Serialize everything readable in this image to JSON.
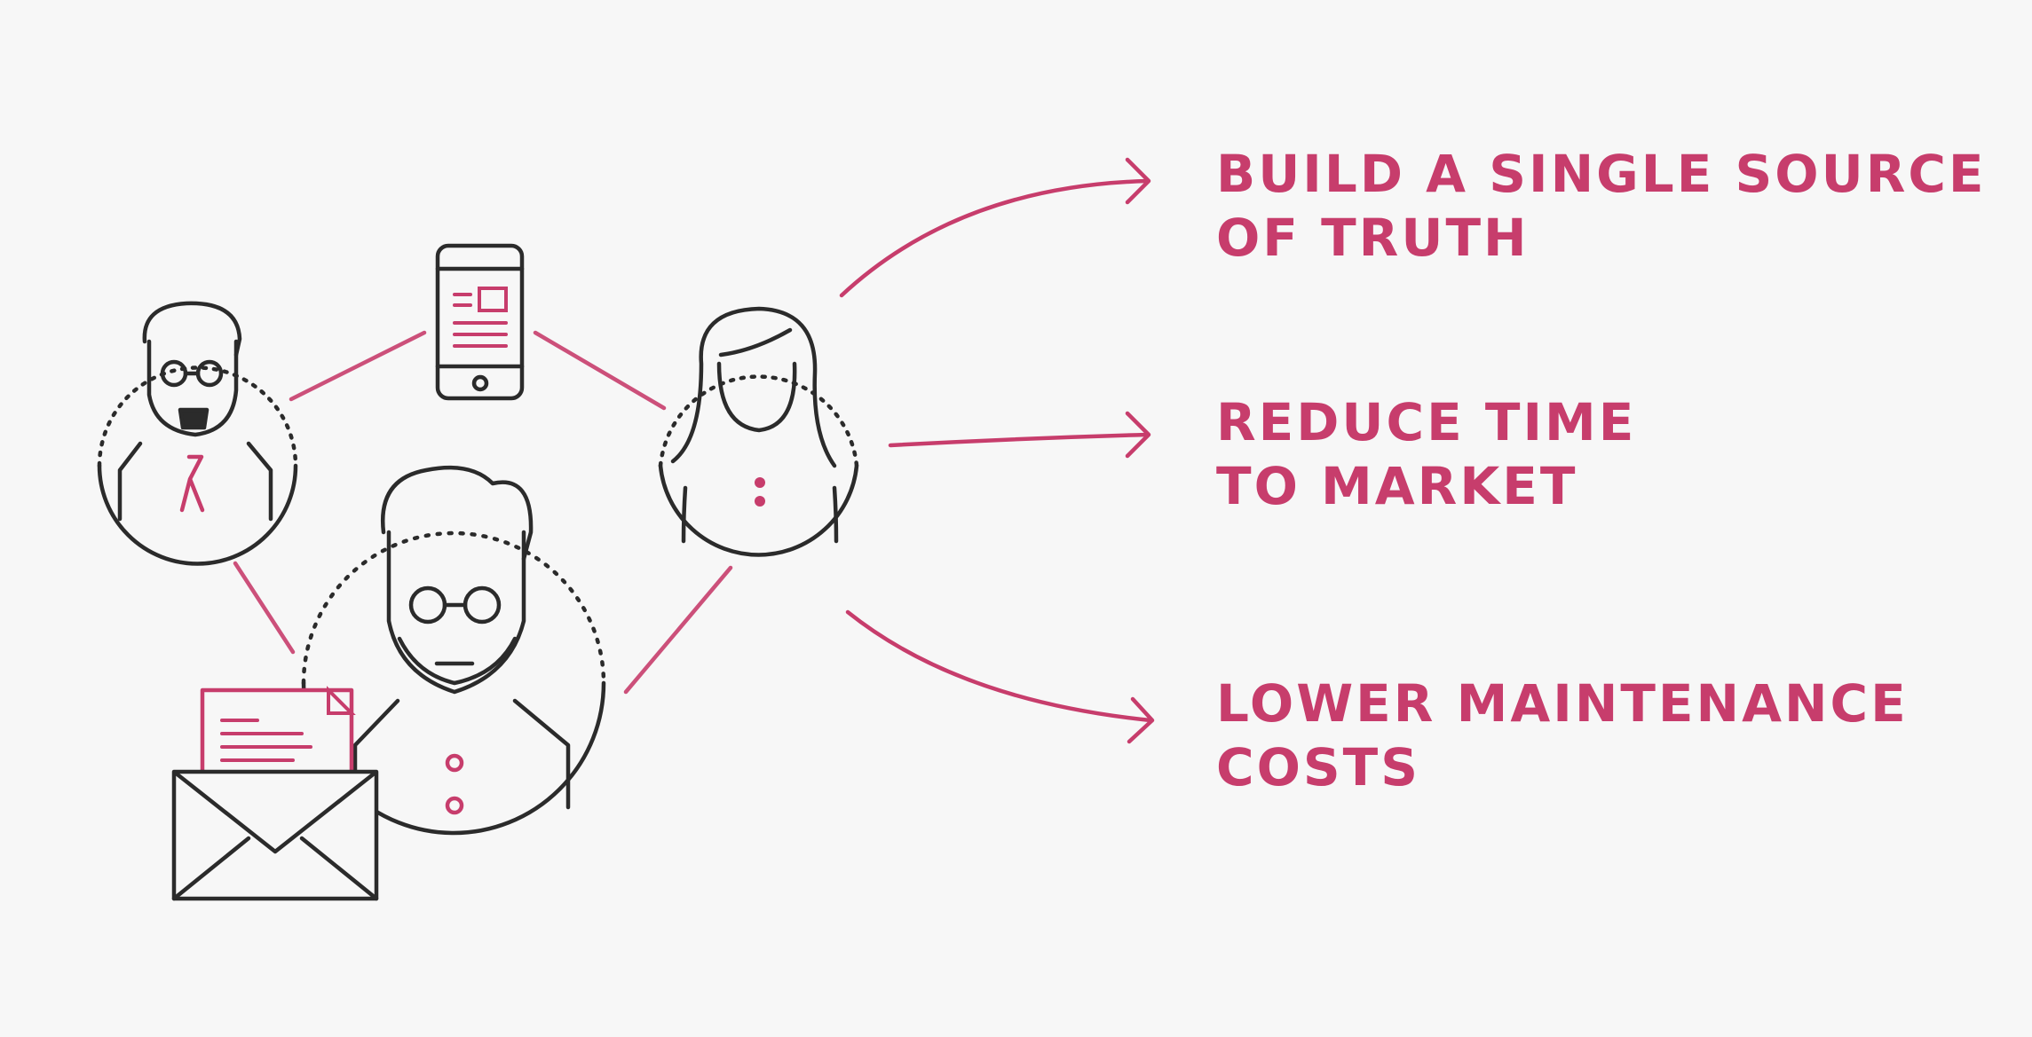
{
  "colors": {
    "background": "#f7f7f7",
    "ink": "#2b2b2b",
    "accent": "#c73d6c"
  },
  "nodes": [
    {
      "name": "man-with-glasses-and-tie-avatar",
      "icon": "person-icon"
    },
    {
      "name": "smartphone-device",
      "icon": "smartphone-icon"
    },
    {
      "name": "woman-avatar",
      "icon": "person-icon"
    },
    {
      "name": "bearded-man-avatar",
      "icon": "person-icon"
    },
    {
      "name": "envelope-with-document",
      "icon": "envelope-icon"
    }
  ],
  "benefits": [
    {
      "line1": "BUILD A SINGLE SOURCE",
      "line2": "OF TRUTH"
    },
    {
      "line1": "REDUCE TIME",
      "line2": "TO MARKET"
    },
    {
      "line1": "LOWER MAINTENANCE",
      "line2": "COSTS"
    }
  ]
}
